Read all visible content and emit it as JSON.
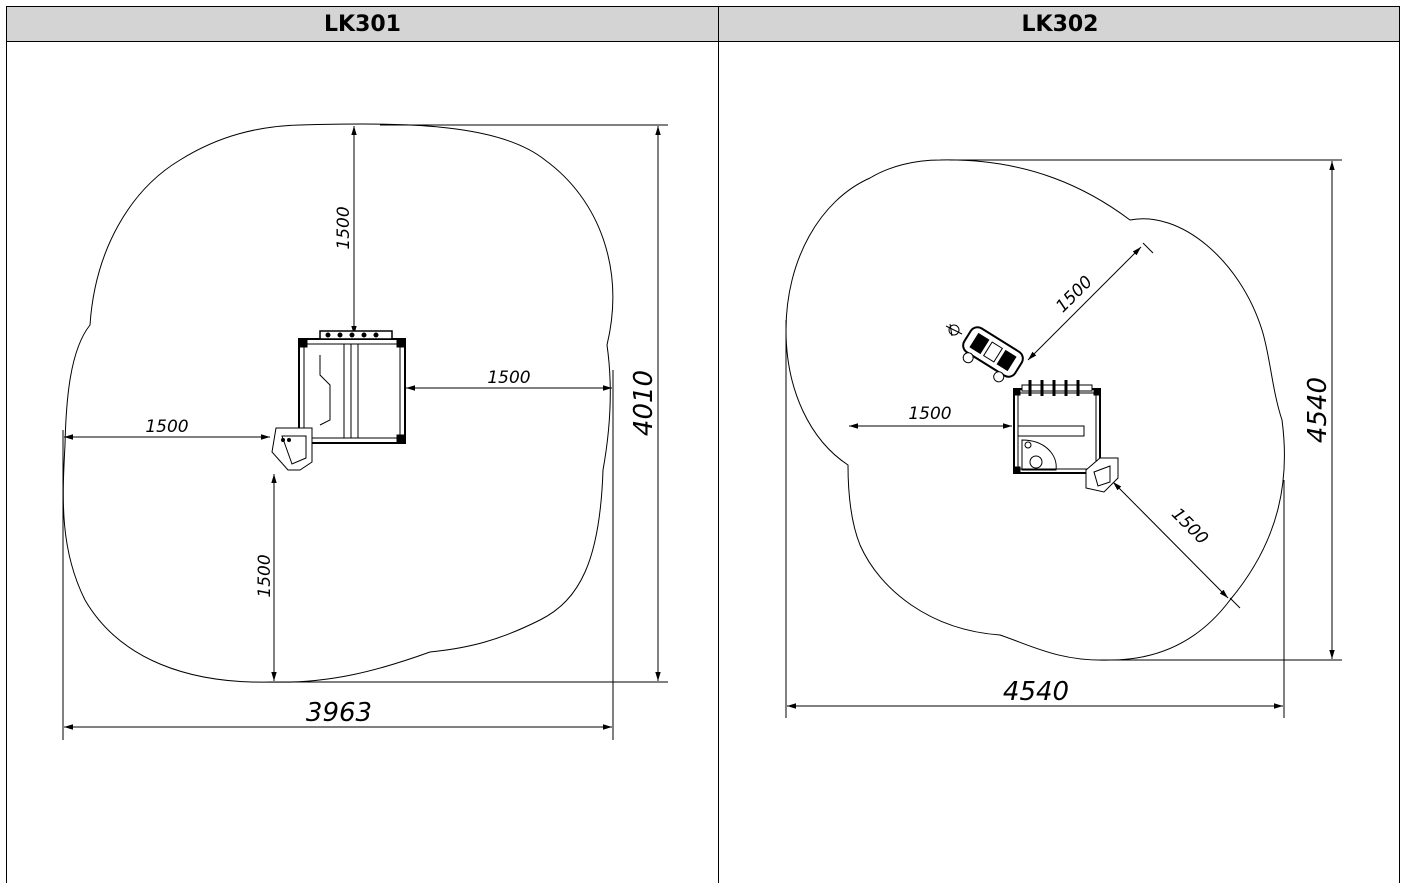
{
  "columns": [
    {
      "title": "LK301"
    },
    {
      "title": "LK302"
    }
  ],
  "lk301": {
    "dim_top": "1500",
    "dim_right": "1500",
    "dim_left": "1500",
    "dim_bottom": "1500",
    "overall_height": "4010",
    "overall_width": "3963"
  },
  "lk302": {
    "dim_upper_diag": "1500",
    "dim_left": "1500",
    "dim_lower_diag": "1500",
    "overall_height": "4540",
    "overall_width": "4540"
  }
}
